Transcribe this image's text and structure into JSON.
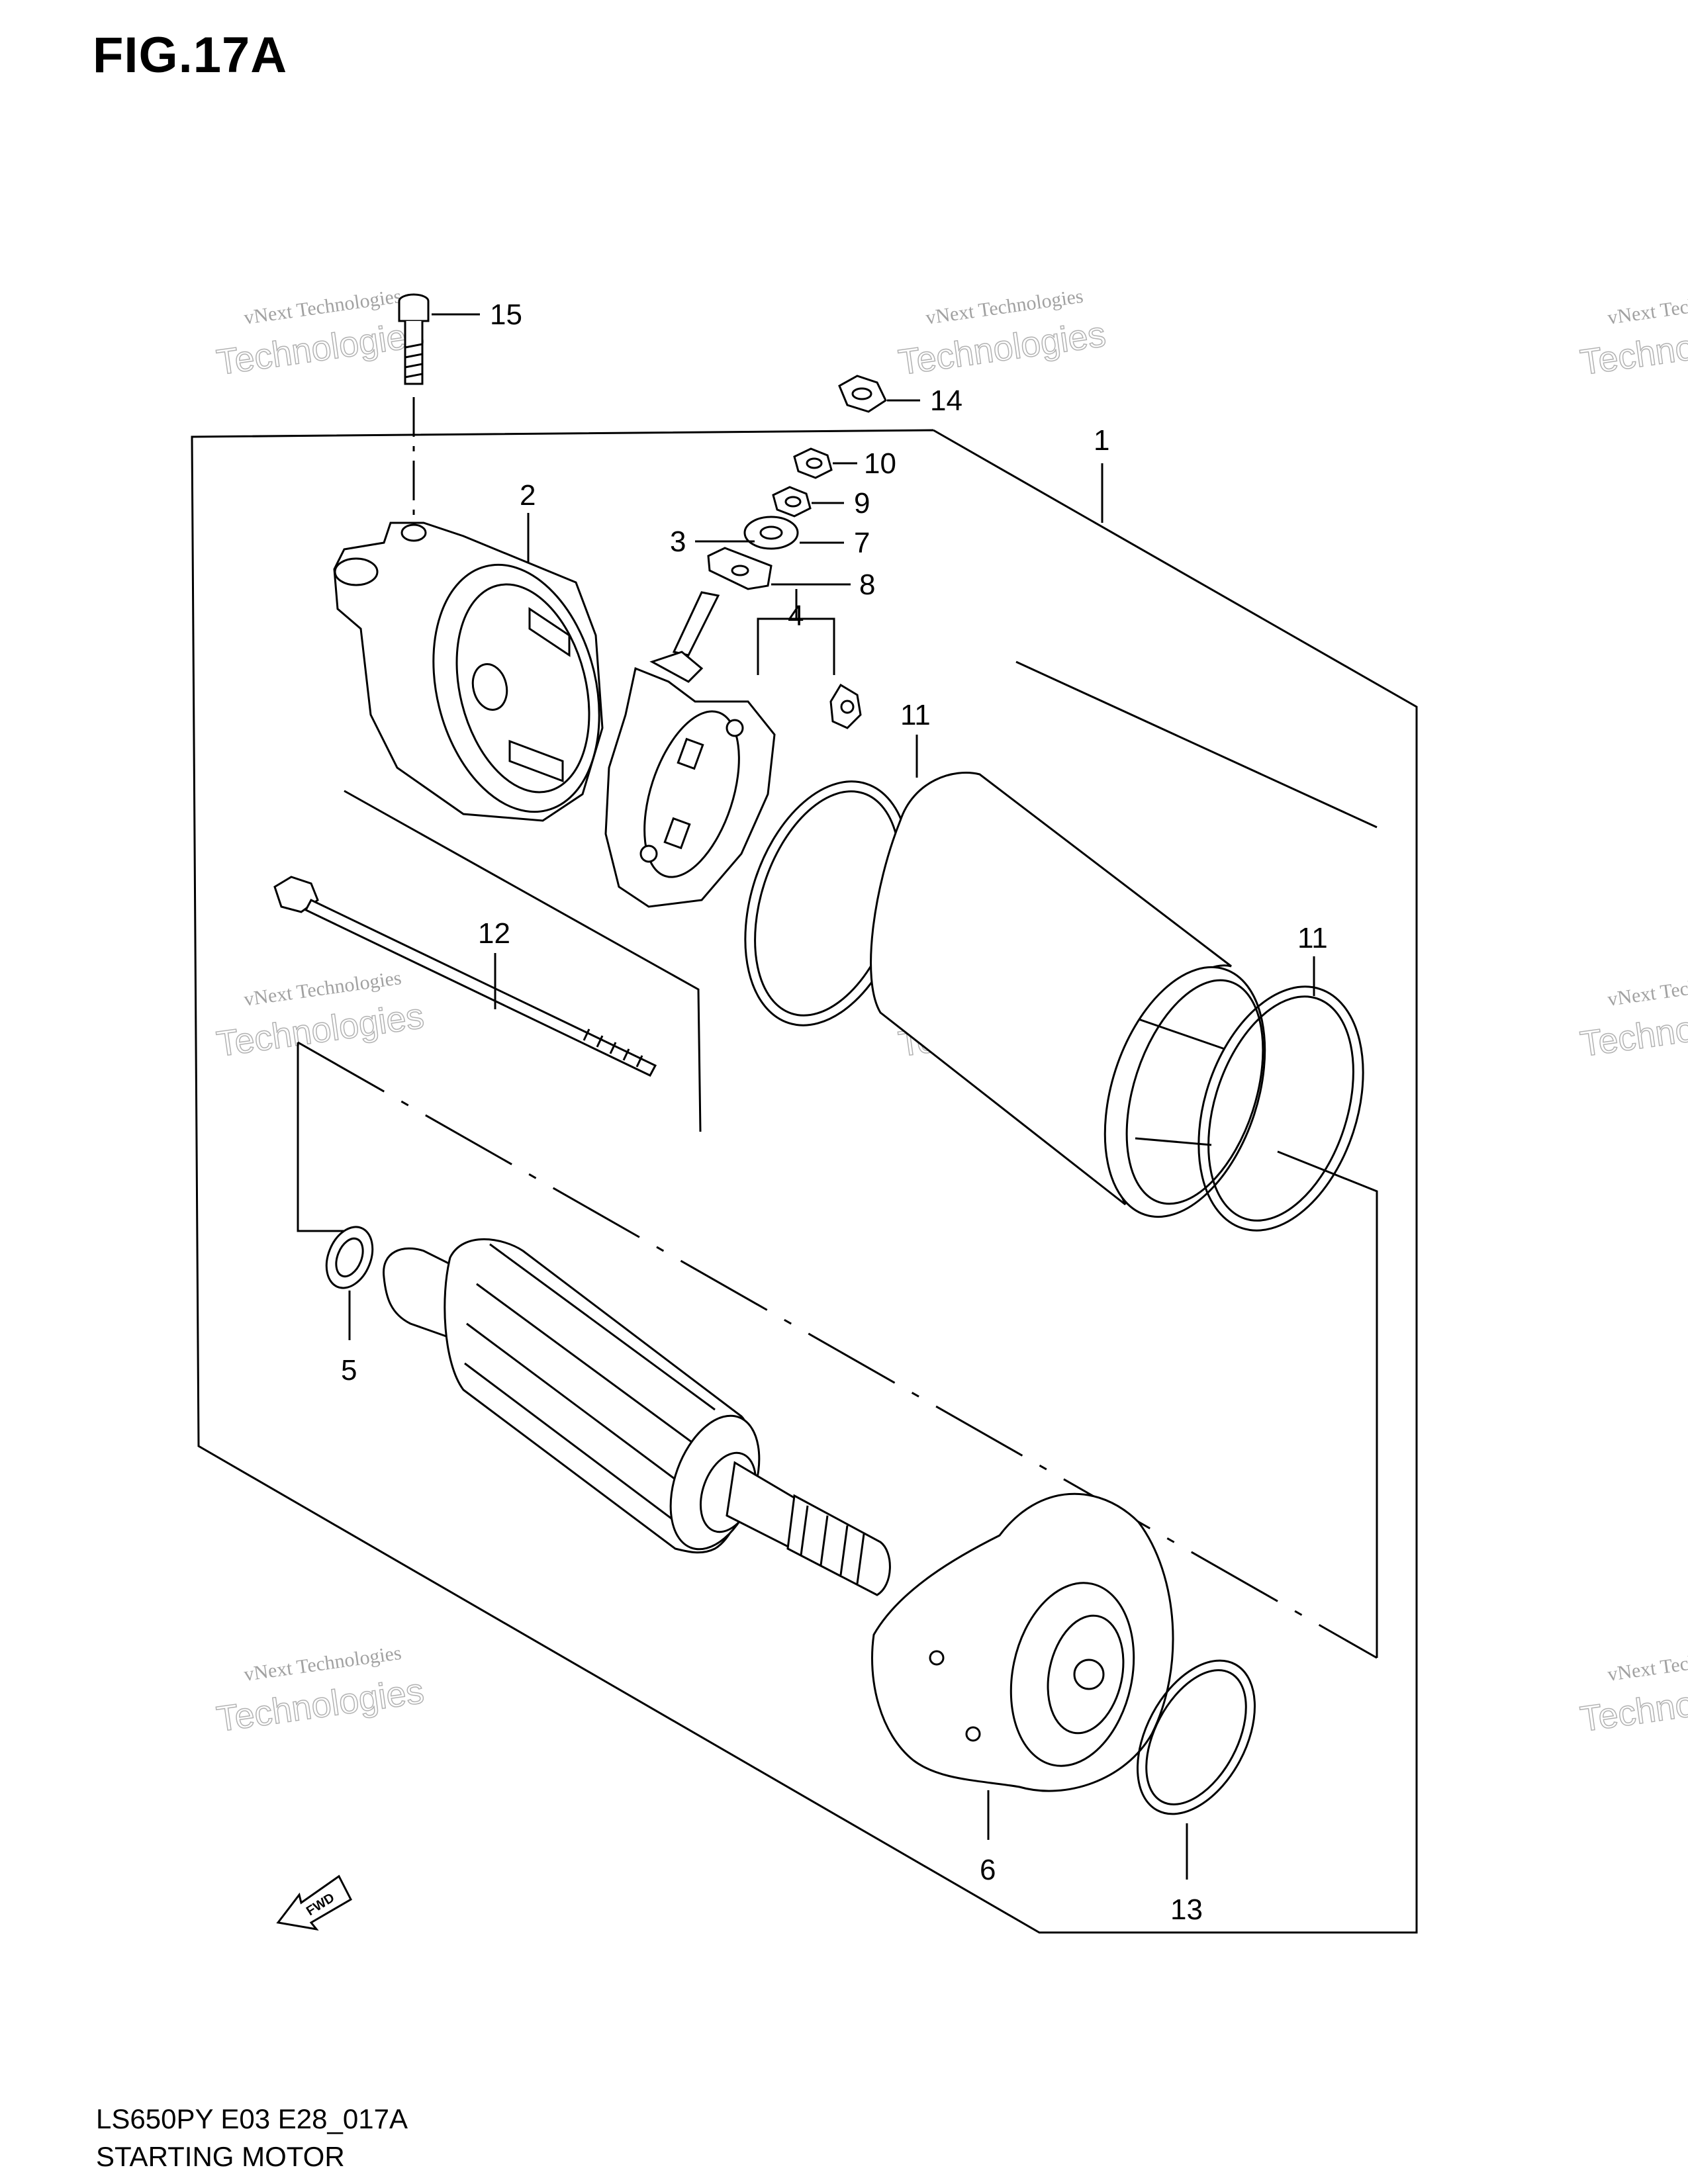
{
  "page": {
    "title": "FIG.17A",
    "footer_model": "LS650PY E03 E28_017A",
    "footer_name": "STARTING MOTOR"
  },
  "callouts": {
    "c1": "1",
    "c2": "2",
    "c3": "3",
    "c4": "4",
    "c5": "5",
    "c6": "6",
    "c7": "7",
    "c8": "8",
    "c9": "9",
    "c10": "10",
    "c11a": "11",
    "c11b": "11",
    "c12": "12",
    "c13": "13",
    "c14": "14",
    "c15": "15"
  },
  "direction_marker": "FWD",
  "watermark": {
    "line1": "vNext Technologies",
    "line2": "Technologies"
  },
  "colors": {
    "ink": "#000000",
    "watermark": "#666666",
    "background": "#ffffff"
  }
}
